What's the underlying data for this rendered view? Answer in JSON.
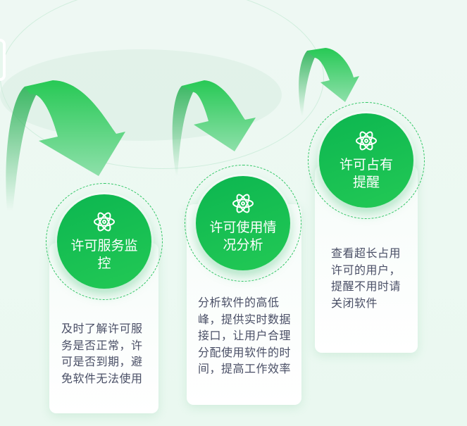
{
  "steps": [
    {
      "icon": "atom-icon",
      "title": "许可服务监控",
      "description": "及时了解许可服务是否正常，许可是否到期，避免软件无法使用"
    },
    {
      "icon": "atom-icon",
      "title": "许可使用情况分析",
      "description": "分析软件的高低峰，提供实时数据接口，让用户合理分配使用软件的时间，提高工作效率"
    },
    {
      "icon": "atom-icon",
      "title": "许可占有提醒",
      "description": "查看超长占用许可的用户，提醒不用时请关闭软件"
    }
  ],
  "colors": {
    "primary": "#1ec155",
    "text": "#4a4f66"
  }
}
